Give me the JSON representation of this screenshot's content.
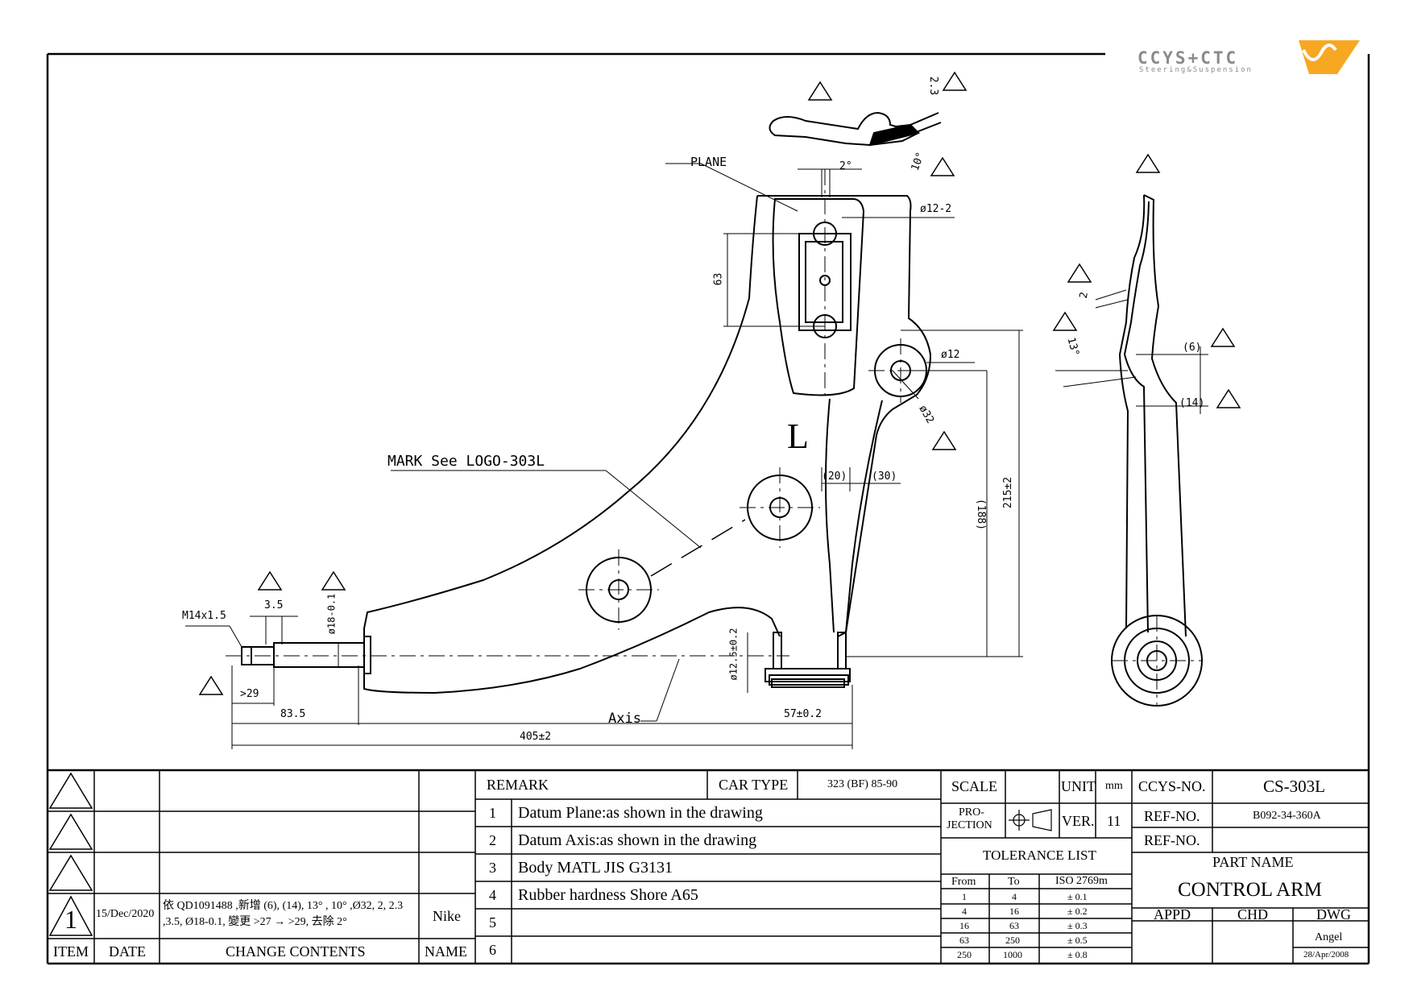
{
  "logo": {
    "brand": "CCYS+CTC",
    "tagline": "Steering&Suspension"
  },
  "drawing": {
    "labels": {
      "plane": "PLANE",
      "mark": "MARK See LOGO-303L",
      "axis": "Axis",
      "side_mark": "L",
      "thread": "M14x1.5"
    },
    "dims": {
      "d_2_3": "2.3",
      "d_10deg": "10°",
      "d_2deg": "2°",
      "d_12_2": "ø12-2",
      "d_63": "63",
      "d_12": "ø12",
      "d_32": "ø32",
      "d_20": "(20)",
      "d_30": "(30)",
      "d_188": "(188)",
      "d_215": "215±2",
      "d_3_5": "3.5",
      "d_18": "ø18-0.1",
      "d_29": ">29",
      "d_83_5": "83.5",
      "d_405": "405±2",
      "d_57": "57±0.2",
      "d_12_5": "ø12.5±0.2",
      "d_2": "2",
      "d_13deg": "13°",
      "d_6": "(6)",
      "d_14": "(14)"
    }
  },
  "revisions": {
    "rows": [
      {
        "item": "",
        "date": "",
        "contents": "",
        "name": ""
      },
      {
        "item": "",
        "date": "",
        "contents": "",
        "name": ""
      },
      {
        "item": "",
        "date": "",
        "contents": "",
        "name": ""
      },
      {
        "item": "1",
        "date": "15/Dec/2020",
        "contents_line1": "依 QD1091488 ,新增 (6), (14), 13° , 10° ,Ø32, 2, 2.3",
        "contents_line2": ",3.5, Ø18-0.1, 變更 >27 → >29, 去除 2°",
        "name": "Nike"
      }
    ],
    "headers": {
      "item": "ITEM",
      "date": "DATE",
      "contents": "CHANGE CONTENTS",
      "name": "NAME"
    }
  },
  "remarks": {
    "header": "REMARK",
    "car_type_label": "CAR TYPE",
    "car_type_value": "323 (BF) 85-90",
    "items": [
      {
        "no": "1",
        "text": "Datum Plane:as shown in the drawing"
      },
      {
        "no": "2",
        "text": "Datum Axis:as shown in the drawing"
      },
      {
        "no": "3",
        "text": "Body MATL JIS G3131"
      },
      {
        "no": "4",
        "text": "Rubber hardness Shore A65"
      },
      {
        "no": "5",
        "text": ""
      },
      {
        "no": "6",
        "text": ""
      }
    ]
  },
  "info": {
    "scale_label": "SCALE",
    "scale_value": "",
    "unit_label": "UNIT",
    "unit_value": "mm",
    "projection_label_1": "PRO-",
    "projection_label_2": "JECTION",
    "ver_label": "VER.",
    "ver_value": "11",
    "tolerance_title": "TOLERANCE LIST",
    "tolerance_headers": [
      "From",
      "To",
      "ISO 2769m"
    ],
    "tolerance_rows": [
      [
        "1",
        "4",
        "± 0.1"
      ],
      [
        "4",
        "16",
        "± 0.2"
      ],
      [
        "16",
        "63",
        "± 0.3"
      ],
      [
        "63",
        "250",
        "± 0.5"
      ],
      [
        "250",
        "1000",
        "± 0.8"
      ]
    ]
  },
  "part": {
    "ccys_no_label": "CCYS-NO.",
    "ccys_no_value": "CS-303L",
    "ref_no_label": "REF-NO.",
    "ref_no_value": "B092-34-360A",
    "ref_no2_label": "REF-NO.",
    "ref_no2_value": "",
    "part_name_label": "PART NAME",
    "part_name_value": "CONTROL ARM",
    "appd_label": "APPD",
    "chd_label": "CHD",
    "dwg_label": "DWG",
    "appd_value": "",
    "chd_value": "",
    "dwg_value": "Angel",
    "date_value": "28/Apr/2008"
  }
}
